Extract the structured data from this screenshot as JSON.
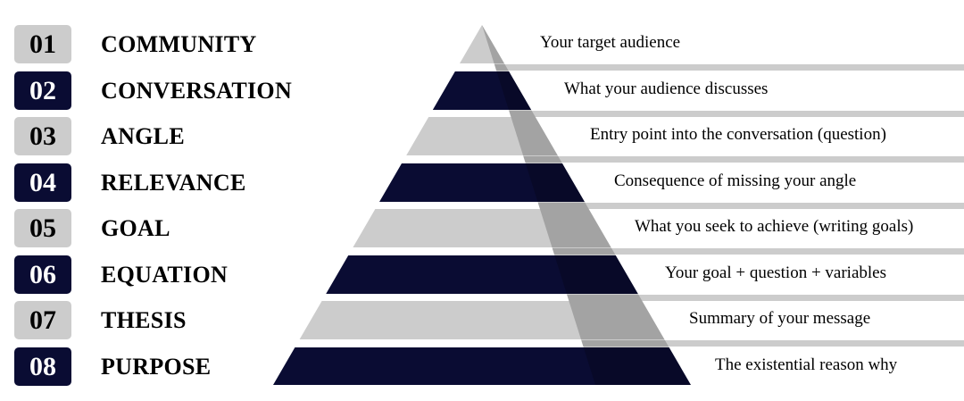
{
  "colors": {
    "dark": "#0a0c33",
    "light": "#cccccc"
  },
  "levels": [
    {
      "num": "01",
      "label": "COMMUNITY",
      "desc": "Your target audience",
      "tone": "light"
    },
    {
      "num": "02",
      "label": "CONVERSATION",
      "desc": "What your audience discusses",
      "tone": "dark"
    },
    {
      "num": "03",
      "label": "ANGLE",
      "desc": "Entry point into the conversation (question)",
      "tone": "light"
    },
    {
      "num": "04",
      "label": "RELEVANCE",
      "desc": "Consequence of missing your angle",
      "tone": "dark"
    },
    {
      "num": "05",
      "label": "GOAL",
      "desc": "What you seek to achieve (writing goals)",
      "tone": "light"
    },
    {
      "num": "06",
      "label": "EQUATION",
      "desc": "Your goal + question + variables",
      "tone": "dark"
    },
    {
      "num": "07",
      "label": "THESIS",
      "desc": "Summary of your message",
      "tone": "light"
    },
    {
      "num": "08",
      "label": "PURPOSE",
      "desc": "The existential reason why",
      "tone": "dark"
    }
  ]
}
